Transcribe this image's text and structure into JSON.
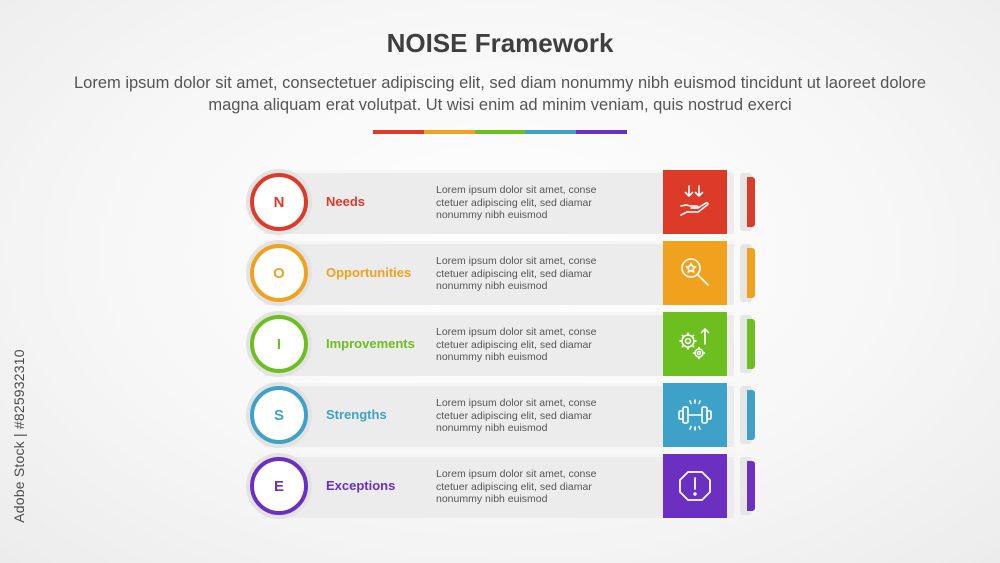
{
  "title": "NOISE Framework",
  "subtitle": "Lorem ipsum dolor sit amet, consectetuer adipiscing elit, sed diam nonummy nibh euismod tincidunt ut laoreet dolore magna aliquam erat volutpat. Ut wisi enim ad minim veniam, quis nostrud exerci",
  "divider_colors": [
    "#dc3b2a",
    "#f0a21f",
    "#6cbf1f",
    "#3ea2c8",
    "#6b2fc2"
  ],
  "items": [
    {
      "letter": "N",
      "label": "Needs",
      "description": "Lorem ipsum dolor sit amet, conse ctetuer adipiscing elit, sed diamar nonummy nibh euismod",
      "color": "#dc3b2a",
      "icon": "hand-arrows-down-icon"
    },
    {
      "letter": "O",
      "label": "Opportunities",
      "description": "Lorem ipsum dolor sit amet, conse ctetuer adipiscing elit, sed diamar nonummy nibh euismod",
      "color": "#f0a21f",
      "icon": "magnifier-star-icon"
    },
    {
      "letter": "I",
      "label": "Improvements",
      "description": "Lorem ipsum dolor sit amet, conse ctetuer adipiscing elit, sed diamar nonummy nibh euismod",
      "color": "#6cbf1f",
      "icon": "gears-arrow-up-icon"
    },
    {
      "letter": "S",
      "label": "Strengths",
      "description": "Lorem ipsum dolor sit amet, conse ctetuer adipiscing elit, sed diamar nonummy nibh euismod",
      "color": "#3ea2c8",
      "icon": "dumbbell-icon"
    },
    {
      "letter": "E",
      "label": "Exceptions",
      "description": "Lorem ipsum dolor sit amet, conse ctetuer adipiscing elit, sed diamar nonummy nibh euismod",
      "color": "#6b2fc2",
      "icon": "warning-octagon-icon"
    }
  ],
  "watermark": "Adobe Stock | #825932310"
}
